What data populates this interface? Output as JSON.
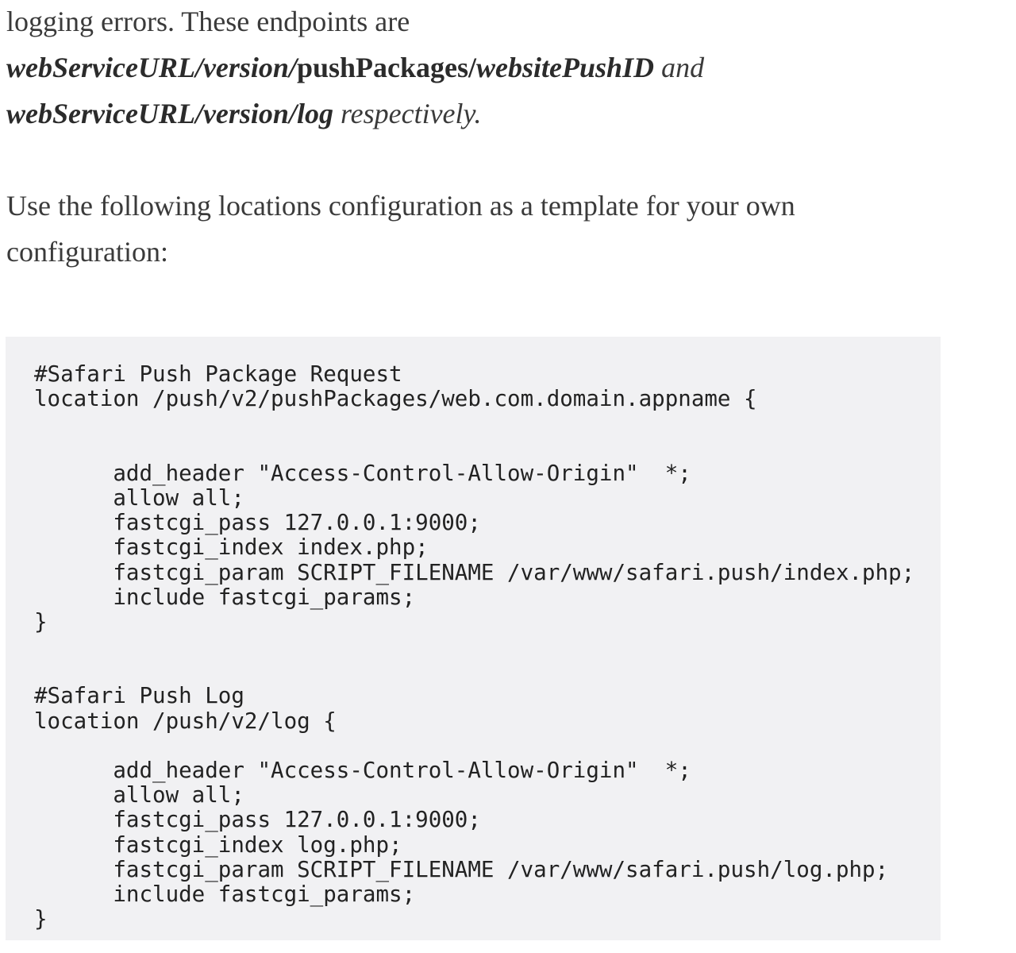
{
  "intro": {
    "line1": "logging errors. These endpoints are",
    "endpoint1": {
      "a": "webServiceURL/version/",
      "b": "pushPackages/",
      "c": "websitePushID"
    },
    "and": " and",
    "endpoint2": "webServiceURL/version/log",
    "respectively": " respectively."
  },
  "instruction": {
    "text": "Use the following locations configuration as a template for your own configuration:"
  },
  "code": {
    "lines": [
      "#Safari Push Package Request",
      "location /push/v2/pushPackages/web.com.domain.appname {",
      "",
      "",
      "      add_header \"Access-Control-Allow-Origin\"  *;",
      "      allow all;",
      "      fastcgi_pass 127.0.0.1:9000;",
      "      fastcgi_index index.php;",
      "      fastcgi_param SCRIPT_FILENAME /var/www/safari.push/index.php;",
      "      include fastcgi_params;",
      "}",
      "",
      "",
      "#Safari Push Log",
      "location /push/v2/log {",
      "",
      "      add_header \"Access-Control-Allow-Origin\"  *;",
      "      allow all;",
      "      fastcgi_pass 127.0.0.1:9000;",
      "      fastcgi_index log.php;",
      "      fastcgi_param SCRIPT_FILENAME /var/www/safari.push/log.php;",
      "      include fastcgi_params;",
      "}"
    ]
  }
}
